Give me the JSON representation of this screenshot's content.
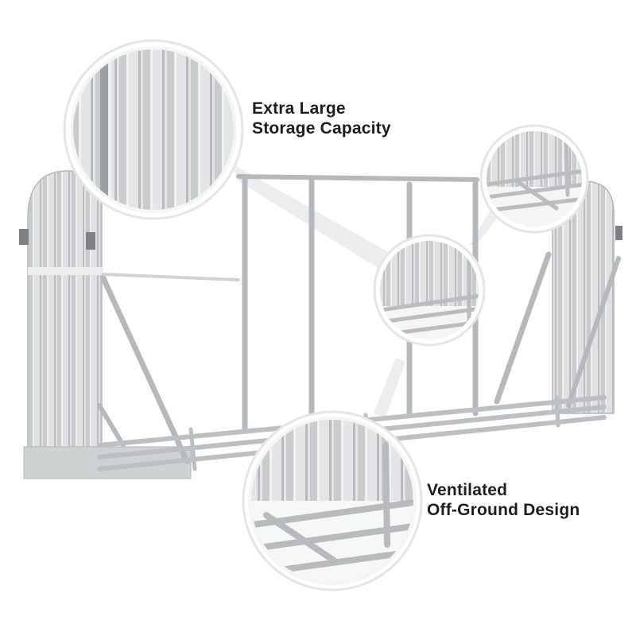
{
  "annotations": {
    "top_feature": {
      "line1": "Extra Large",
      "line2": "Storage Capacity"
    },
    "bottom_feature": {
      "line1": "Ventilated",
      "line2": "Off-Ground Design"
    }
  },
  "colors": {
    "background": "#ffffff",
    "metal_light": "#e4e6e7",
    "metal_mid": "#c9cccd",
    "metal_dark": "#a9adaf",
    "text": "#1e1e1e"
  }
}
